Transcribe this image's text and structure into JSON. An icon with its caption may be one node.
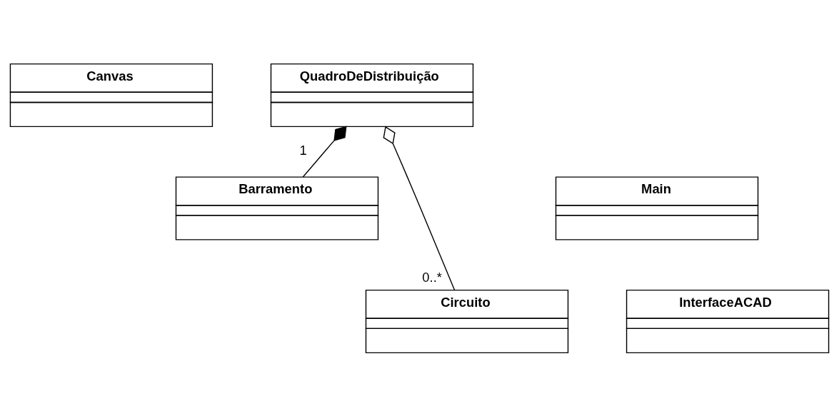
{
  "diagram": {
    "nodes": [
      {
        "text": [
          "Canvas"
        ]
      },
      {
        "text": [
          "QuadroDeDistribuição"
        ]
      },
      {
        "text": [
          "Main"
        ]
      },
      {
        "text": [
          "Barramento"
        ]
      },
      {
        "text": [
          "InterfaceACAD"
        ]
      },
      {
        "text": [
          "Circuito"
        ]
      }
    ],
    "edges": [
      {
        "from": 5,
        "to": 1,
        "arrow": "other",
        "label": "0..*"
      },
      {
        "from": 3,
        "to": 1,
        "arrow": "other",
        "label": "1"
      }
    ]
  }
}
